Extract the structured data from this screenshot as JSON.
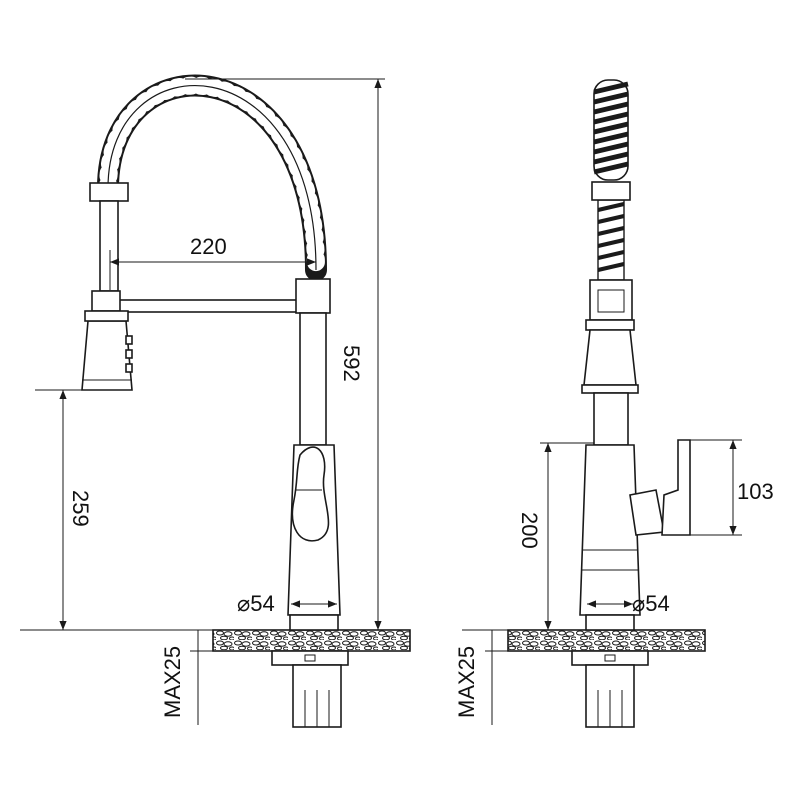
{
  "dimensions": {
    "left_view": {
      "reach": "220",
      "total_height": "592",
      "spout_height": "259",
      "base_diameter": "⌀54",
      "deck_thickness": "MAX25"
    },
    "right_view": {
      "handle_height": "103",
      "body_height": "200",
      "base_diameter": "⌀54",
      "deck_thickness": "MAX25"
    }
  }
}
